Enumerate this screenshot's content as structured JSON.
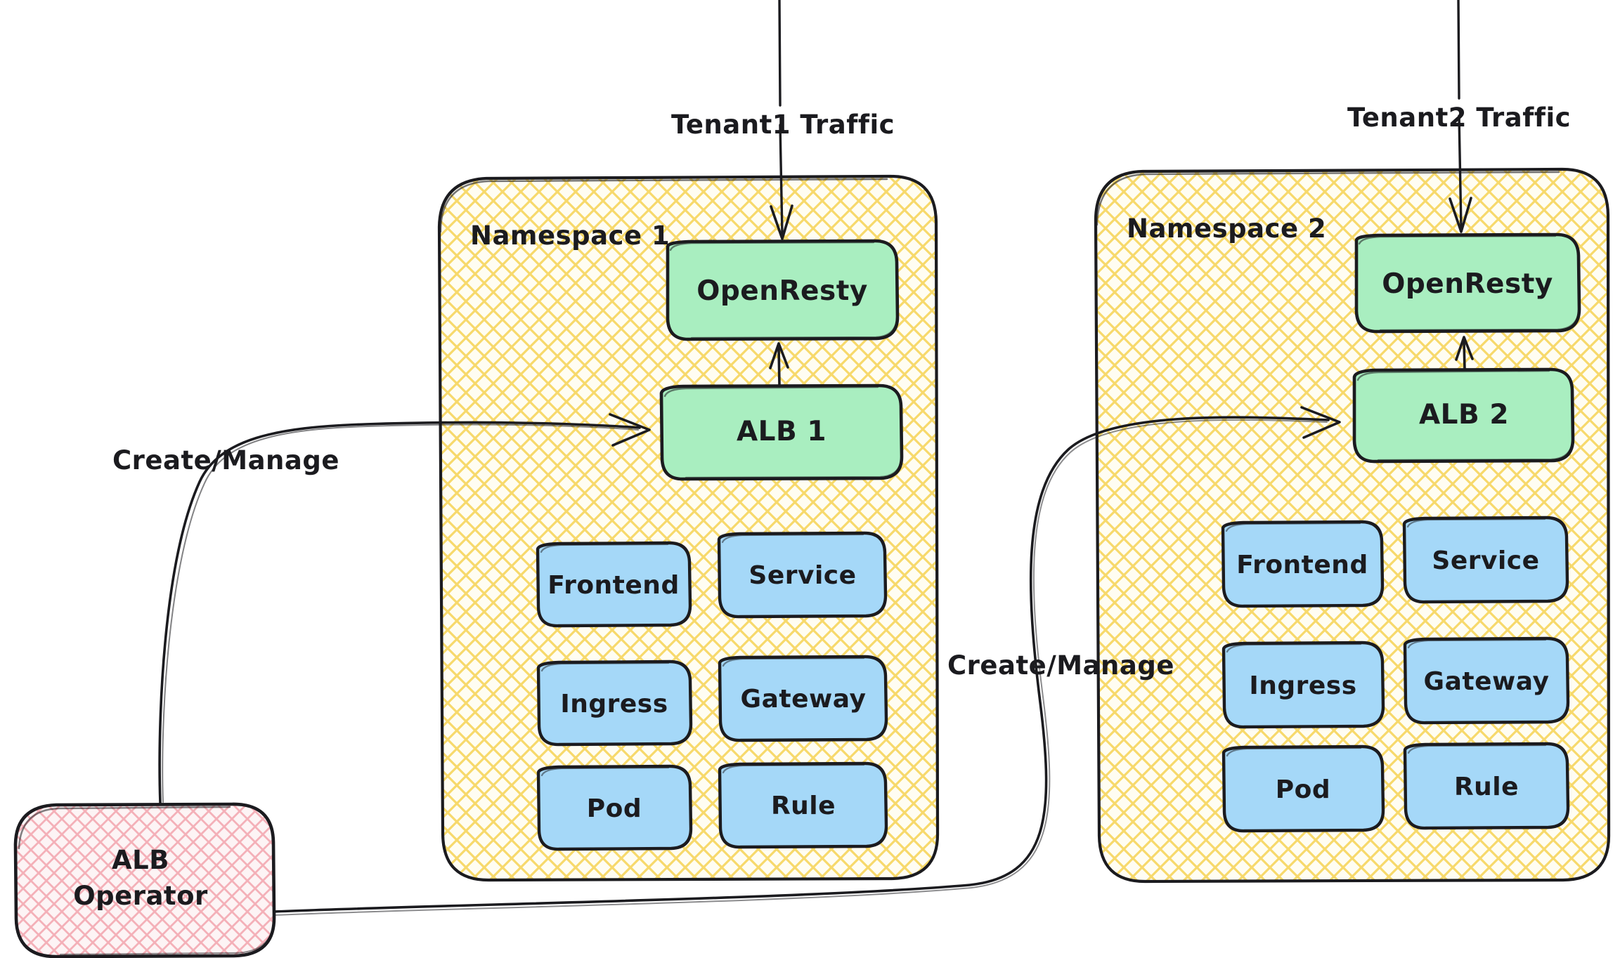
{
  "diagram": {
    "title": "ALB Operator multi-tenant namespace architecture",
    "background": "#ffffff",
    "colors": {
      "ink": "#1b1b1f",
      "namespace_fill": "#fdf3c8",
      "namespace_hatch": "#f5d76e",
      "node_green_fill": "#a9eec0",
      "node_green_stroke": "#1b1b1f",
      "resource_blue_fill": "#a5d8f8",
      "resource_blue_stroke": "#1b1b1f",
      "operator_fill": "#fbe0e3",
      "operator_hatch": "#f3aab2",
      "edge": "#1b1b1f"
    }
  },
  "traffic_labels": [
    {
      "id": "tenant1",
      "text": "Tenant1 Traffic"
    },
    {
      "id": "tenant2",
      "text": "Tenant2 Traffic"
    }
  ],
  "edge_labels": [
    {
      "id": "create-manage-1",
      "text": "Create/Manage"
    },
    {
      "id": "create-manage-2",
      "text": "Create/Manage"
    }
  ],
  "operator": {
    "id": "alb-operator",
    "line1": "ALB",
    "line2": "Operator"
  },
  "namespaces": [
    {
      "id": "namespace-1",
      "label": "Namespace 1",
      "gateway": "OpenResty",
      "alb": "ALB 1",
      "resources": [
        {
          "id": "frontend",
          "label": "Frontend"
        },
        {
          "id": "service",
          "label": "Service"
        },
        {
          "id": "ingress",
          "label": "Ingress"
        },
        {
          "id": "gateway",
          "label": "Gateway"
        },
        {
          "id": "pod",
          "label": "Pod"
        },
        {
          "id": "rule",
          "label": "Rule"
        }
      ]
    },
    {
      "id": "namespace-2",
      "label": "Namespace 2",
      "gateway": "OpenResty",
      "alb": "ALB 2",
      "resources": [
        {
          "id": "frontend",
          "label": "Frontend"
        },
        {
          "id": "service",
          "label": "Service"
        },
        {
          "id": "ingress",
          "label": "Ingress"
        },
        {
          "id": "gateway",
          "label": "Gateway"
        },
        {
          "id": "pod",
          "label": "Pod"
        },
        {
          "id": "rule",
          "label": "Rule"
        }
      ]
    }
  ]
}
